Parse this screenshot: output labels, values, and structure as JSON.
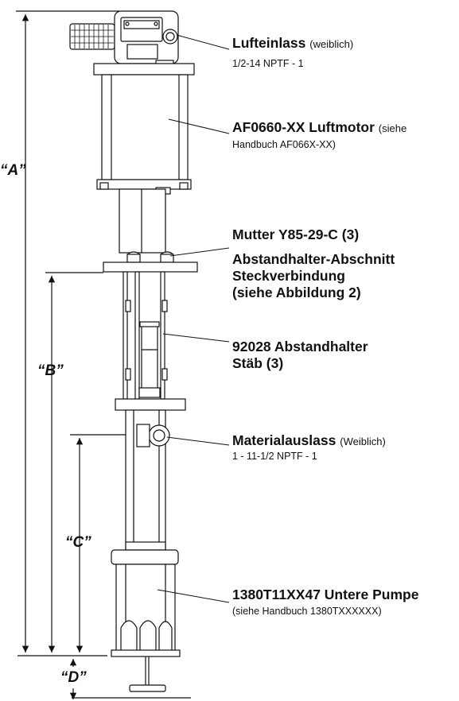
{
  "dimensions": {
    "a": "“A”",
    "b": "“B”",
    "c": "“C”",
    "d": "“D”"
  },
  "callouts": {
    "air_inlet": {
      "title": "Lufteinlass",
      "note": "(weiblich)",
      "spec": "1/2-14 NPTF - 1"
    },
    "air_motor": {
      "title": "AF0660-XX Luftmotor",
      "note": "(siehe",
      "spec": "Handbuch AF066X-XX)"
    },
    "nut": {
      "line1": "Mutter Y85-29-C (3)",
      "line2": "Abstandhalter-Abschnitt",
      "line3": "Steckverbindung",
      "line4": "(siehe Abbildung 2)"
    },
    "spacer_rods": {
      "line1": "92028 Abstandhalter",
      "line2": "Stäb (3)"
    },
    "material_outlet": {
      "title": "Materialauslass",
      "note": "(Weiblich)",
      "spec": "1 - 11-1/2 NPTF - 1"
    },
    "lower_pump": {
      "title": "1380T11XX47 Untere Pumpe",
      "spec": "(siehe Handbuch 1380TXXXXXX)"
    }
  }
}
